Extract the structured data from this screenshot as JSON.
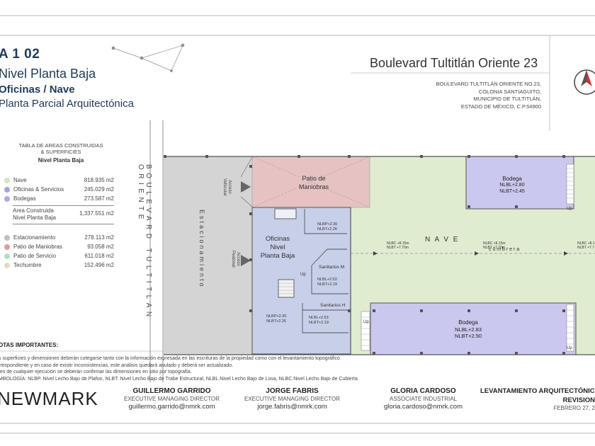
{
  "header": {
    "code": "A 1 02",
    "level": "Nivel Planta Baja",
    "subtitle": "Oficinas / Nave",
    "plan": "Planta Parcial Arquitectónica"
  },
  "address": {
    "title": "Boulevard Tultitlán Oriente 23",
    "lines": [
      "BOULEVARD TULTITLÁN ORIENTE No.23,",
      "COLONIA SANTIAGUITO,",
      "MUNICIPIO DE TULTITLÁN,",
      "ESTADO DE MÉXICO, C.P.54900"
    ]
  },
  "table": {
    "title_line1": "TABLA DE AREAS CONSTRUIDAS",
    "title_line2": "& SUPERFICIES",
    "subtitle": "Nivel Planta Baja",
    "built_rows": [
      {
        "label": "Nave",
        "value": "818.935 m2",
        "color": "#d4e5c2"
      },
      {
        "label": "Oficinas & Servicios",
        "value": "245.029 m2",
        "color": "#9ea8d8"
      },
      {
        "label": "Bodegas",
        "value": "273.587 m2",
        "color": "#b2a8e4"
      }
    ],
    "area_label_1": "Area Construida",
    "area_label_2": "Nivel Planta Baja",
    "area_value": "1,337.551 m2",
    "other_rows": [
      {
        "label": "Estacionamiento",
        "value": "278.113 m2",
        "color": "#bfbfbf"
      },
      {
        "label": "Patio de Maniobras",
        "value": "93.058 m2",
        "color": "#d9a0a0"
      },
      {
        "label": "Patio de Servicio",
        "value": "611.018 m2",
        "color": "#aee0c4"
      },
      {
        "label": "Techumbre",
        "value": "152.496 m2",
        "color": "#e3dcc4"
      }
    ]
  },
  "plan": {
    "road_label": "BOULEVARD TULTITLAN ORIENTE",
    "parking_label": "Estacionamiento",
    "access_vehicular": "Acceso Vehicular",
    "access_peatonal": "Acceso Peatonal",
    "patio_label_1": "Patio de",
    "patio_label_2": "Maniobras",
    "offices_1": "Oficinas",
    "offices_2": "Nivel",
    "offices_3": "Planta Baja",
    "nlbp_top_1": "NLBP+2.30",
    "nlbp_top_2": "NLBT+2.26",
    "nlbp_bot_1": "NLBP+2.30",
    "nlbp_bot_2": "NLBT+2.26",
    "san_m": "Sanitarios M",
    "san_m_1": "NLBL+2.53",
    "san_m_2": "NLBT+2.19",
    "san_h": "Sanitarios H",
    "san_h_1": "NLBL+2.53",
    "san_h_2": "NLBT+2.19",
    "up": "Up",
    "nave": "N A V E",
    "cumbrera": "c u m b r e r a",
    "nlbc_1a": "NLBC +8.15m",
    "nlbc_1b": "NLBT +7.70m",
    "nlbc_2a": "NLBC +8.15m",
    "nlbc_2b": "NLBT +7.70m",
    "nlbc_3a": "NLBC +8.1",
    "nlbc_3b": "NLBT +7.7",
    "bodega_top": "Bodega",
    "bodega_top_1": "NLBL+2.80",
    "bodega_top_2": "NLBT+2.45",
    "bodega_bot": "Bodega",
    "bodega_bot_1": "NLBL+2.83",
    "bodega_bot_2": "NLBT+2.50"
  },
  "notes": {
    "heading": "OTAS IMPORTANTES:",
    "lines": [
      "s superficies y dimensiones deberán cotegarse tanto con la información expresada en las escrituras de la propiedad como con el levantamiento topográfico",
      "rrespondiente y en caso de existir inconsistencias, este análisis quedará anulado y deberá ser actualizado.",
      "tes de cualquier ejecución se deberán confirmar las dimensiones en sitio por topografía.",
      "MBOLOGÍA: NLBP. Nivel Lecho Bajo de Plafon, NLBT. Nivel Lecho Bajo de Trabe Estructural, NLBL.Nivel Lecho Bajo de Losa, NLBC.Nivel Lecho Bajo de Cubierta"
    ]
  },
  "footer": {
    "brand": "NEWMARK",
    "people": [
      {
        "name": "GUILLERMO GARRIDO",
        "title": "EXECUTIVE MANAGING DIRECTOR",
        "email": "guillermo.garrido@nmrk.com"
      },
      {
        "name": "JORGE FABRIS",
        "title": "EXECUTIVE MANAGING DIRECTOR",
        "email": "jorge.fabris@nmrk.com"
      },
      {
        "name": "GLORIA CARDOSO",
        "title": "ASSOCIATE INDUSTRIAL",
        "email": "gloria.cardoso@nmrk.com"
      }
    ],
    "survey_title": "LEVANTAMIENTO ARQUITECTÓNIC",
    "revision": "REVISION",
    "date": "FEBRERO 27, 2"
  },
  "colors": {
    "nave": "#d4e5c2",
    "offices": "#c3cbe6",
    "bodega": "#cccaf0",
    "patio": "#e2b8b8",
    "parking": "#d0d0d0",
    "title": "#1f3b57"
  }
}
